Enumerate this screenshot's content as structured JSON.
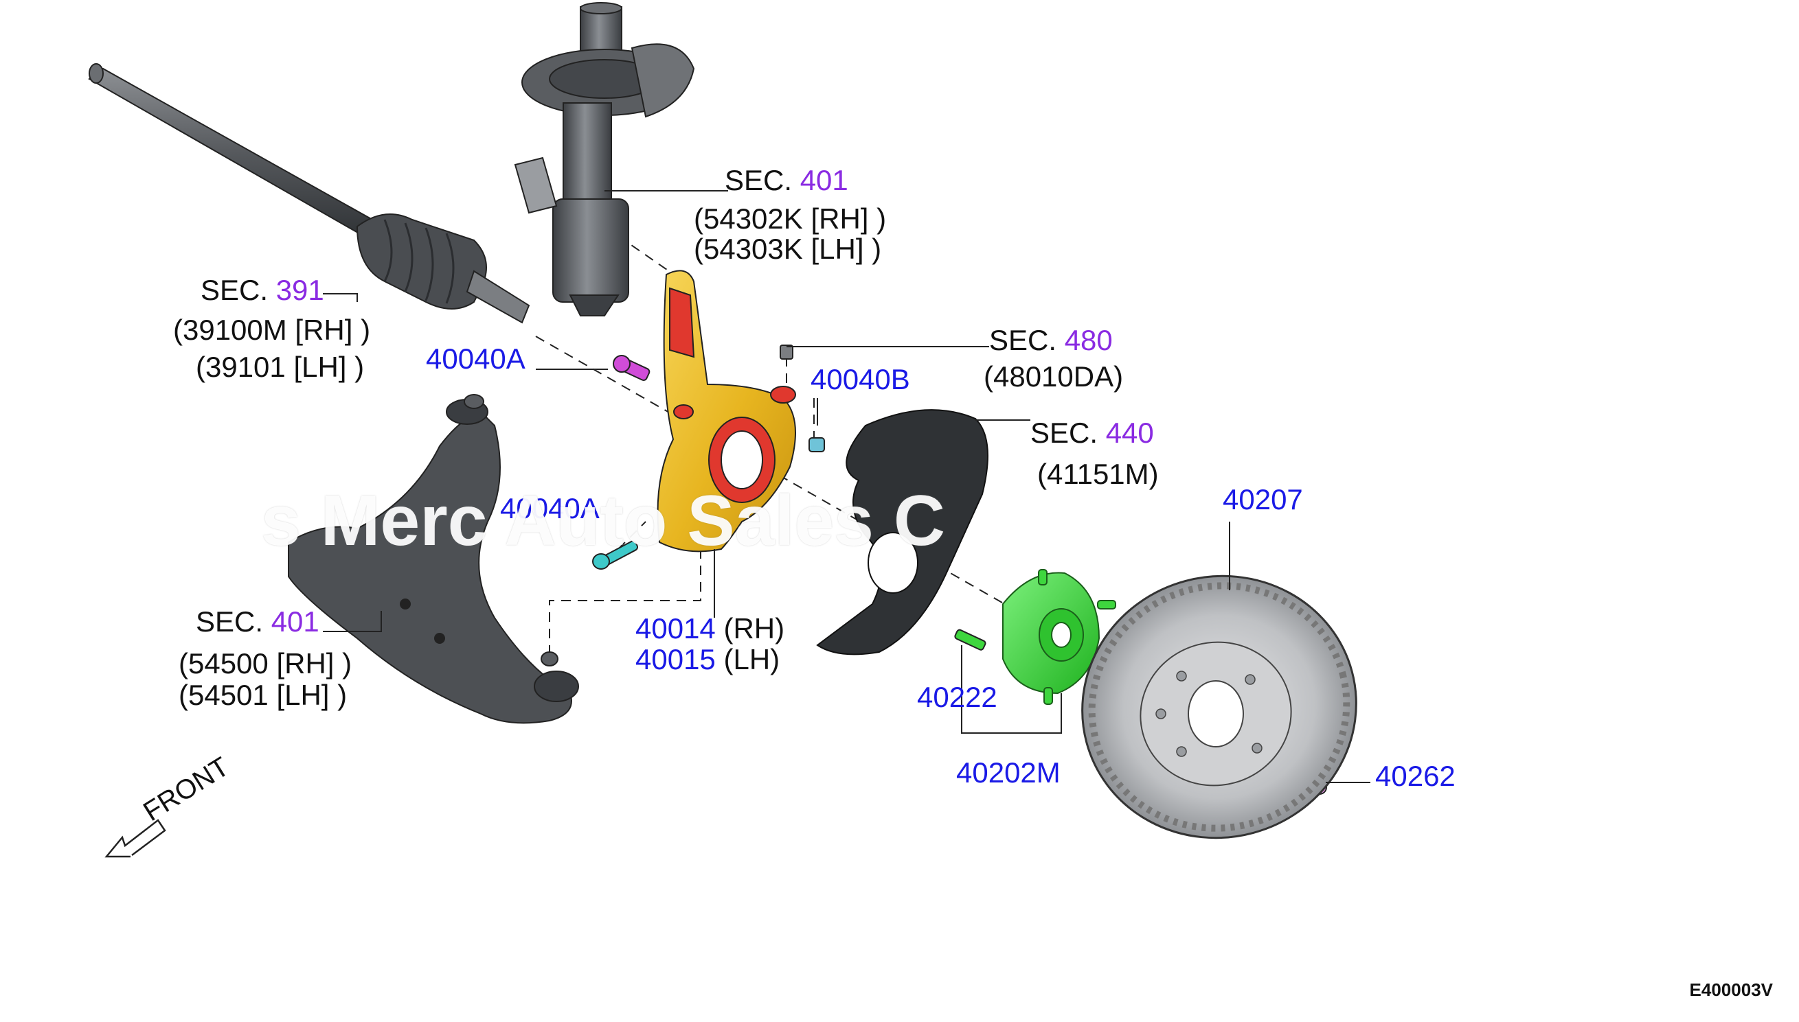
{
  "labels": {
    "strut_sec": "SEC.",
    "strut_sec_num": "401",
    "strut_rh": "(54302K  [RH] )",
    "strut_lh": "(54303K  [LH] )",
    "shaft_sec": "SEC.",
    "shaft_sec_num": "391",
    "shaft_rh": "(39100M  [RH] )",
    "shaft_lh": "(39101 [LH] )",
    "bolt_40040a": "40040A",
    "sensor_sec": "SEC.",
    "sensor_sec_num": "480",
    "sensor_part": "(48010DA)",
    "nut_40040b": "40040B",
    "plate_sec": "SEC.",
    "plate_sec_num": "440",
    "plate_part": "(41151M)",
    "bolt_40040a_lower": "40040A",
    "rotor_40207": "40207",
    "arm_sec": "SEC.",
    "arm_sec_num": "401",
    "arm_rh": "(54500  [RH] )",
    "arm_lh": "(54501  [LH] )",
    "knuckle_rh_num": "40014",
    "knuckle_rh_side": "(RH)",
    "knuckle_lh_num": "40015",
    "knuckle_lh_side": "(LH)",
    "stud_40222": "40222",
    "hub_40202m": "40202M",
    "hubnut_40262": "40262",
    "front_arrow": "FRONT"
  },
  "watermark": "s Merc     Auto    Sales C",
  "diagram_code": "E400003V",
  "colors": {
    "part_number": "#1a1ae6",
    "section_number": "#8a2be2",
    "knuckle": "#f2c21a",
    "knuckle_accent": "#e0382e",
    "hub": "#39e239",
    "bolt_magenta": "#d04cd8",
    "bolt_cyan": "#3ec9c9",
    "hub_nut": "#e99ce9",
    "metal_dark": "#55585c"
  },
  "icons": [
    "front-arrow-icon"
  ]
}
